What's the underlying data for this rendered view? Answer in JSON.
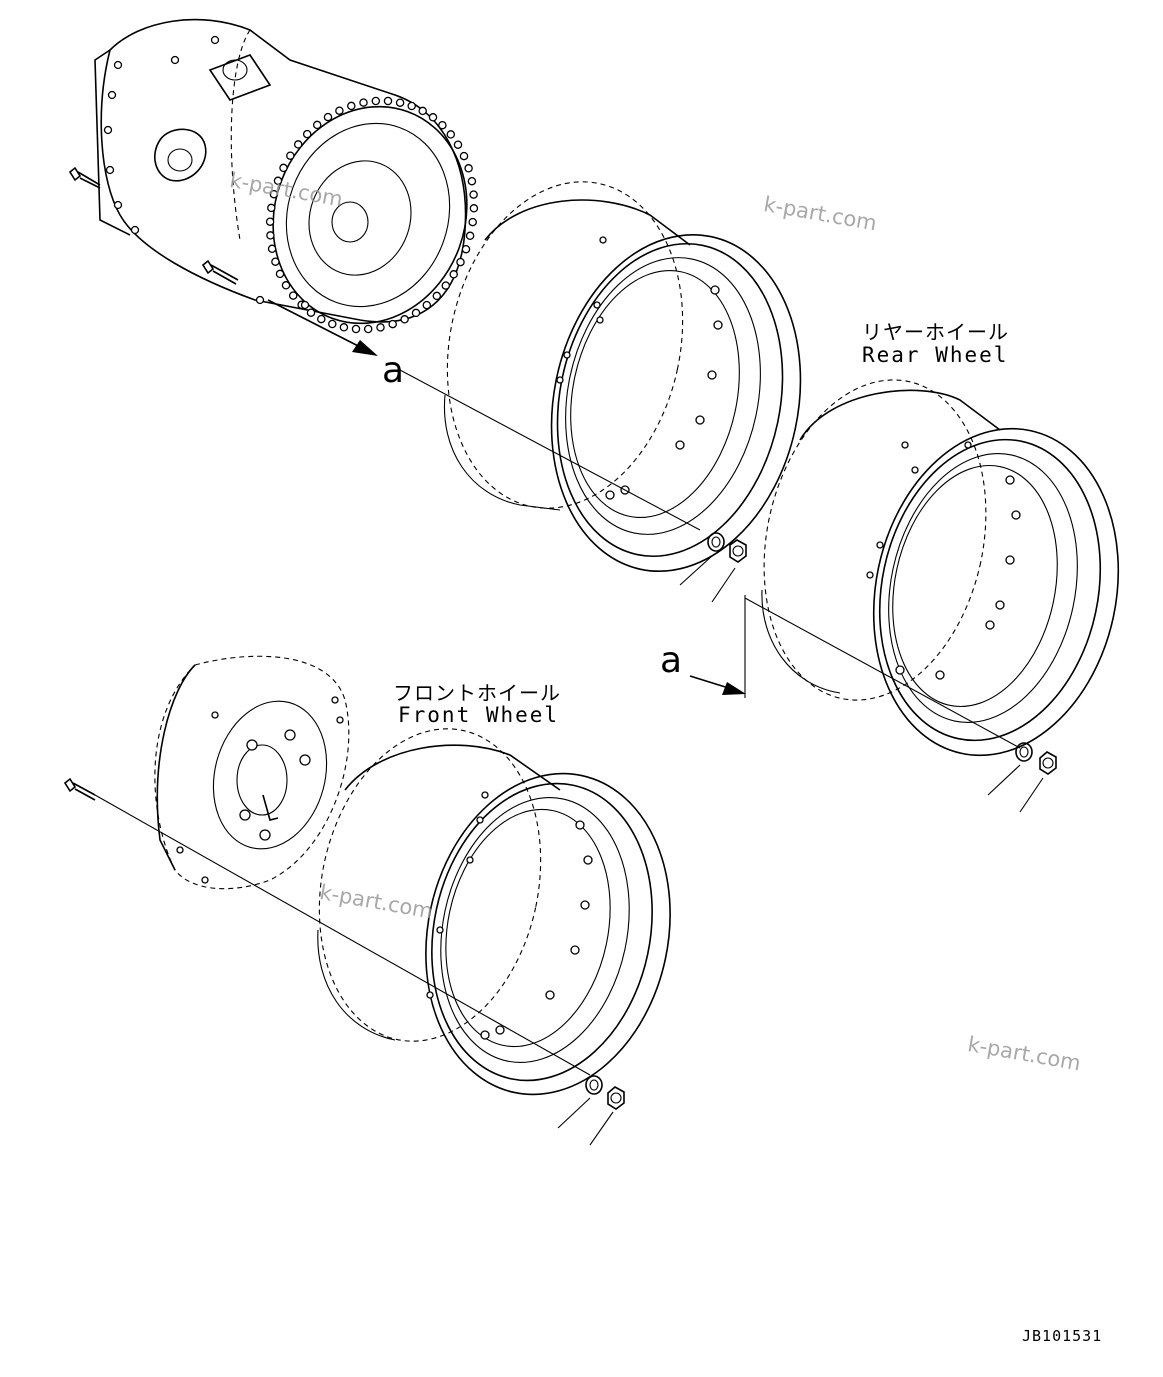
{
  "labels": {
    "rear_wheel_jp": "リヤーホイール",
    "rear_wheel_en": "Rear Wheel",
    "front_wheel_jp": "フロントホイール",
    "front_wheel_en": "Front Wheel",
    "ref_a_top": "a",
    "ref_a_right": "a"
  },
  "watermarks": [
    "k-part.com",
    "k-part.com",
    "k-part.com",
    "k-part.com"
  ],
  "drawing_code": "JB101531"
}
